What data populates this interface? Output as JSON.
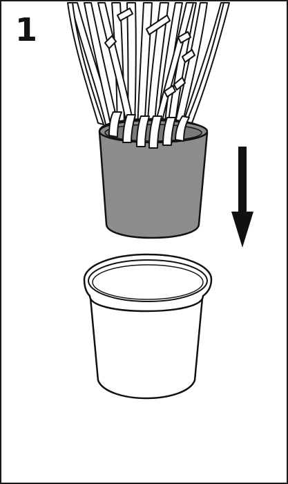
{
  "step": {
    "number": "1"
  },
  "illustration": {
    "subject": "plant-in-nursery-pot",
    "target": "decorative-outer-pot",
    "arrow_direction": "down"
  },
  "colors": {
    "outline": "#111111",
    "nursery_pot_fill": "#8c8c8c",
    "outer_pot_fill": "#ffffff",
    "arrow_fill": "#111111",
    "border": "#1a1a1a"
  }
}
